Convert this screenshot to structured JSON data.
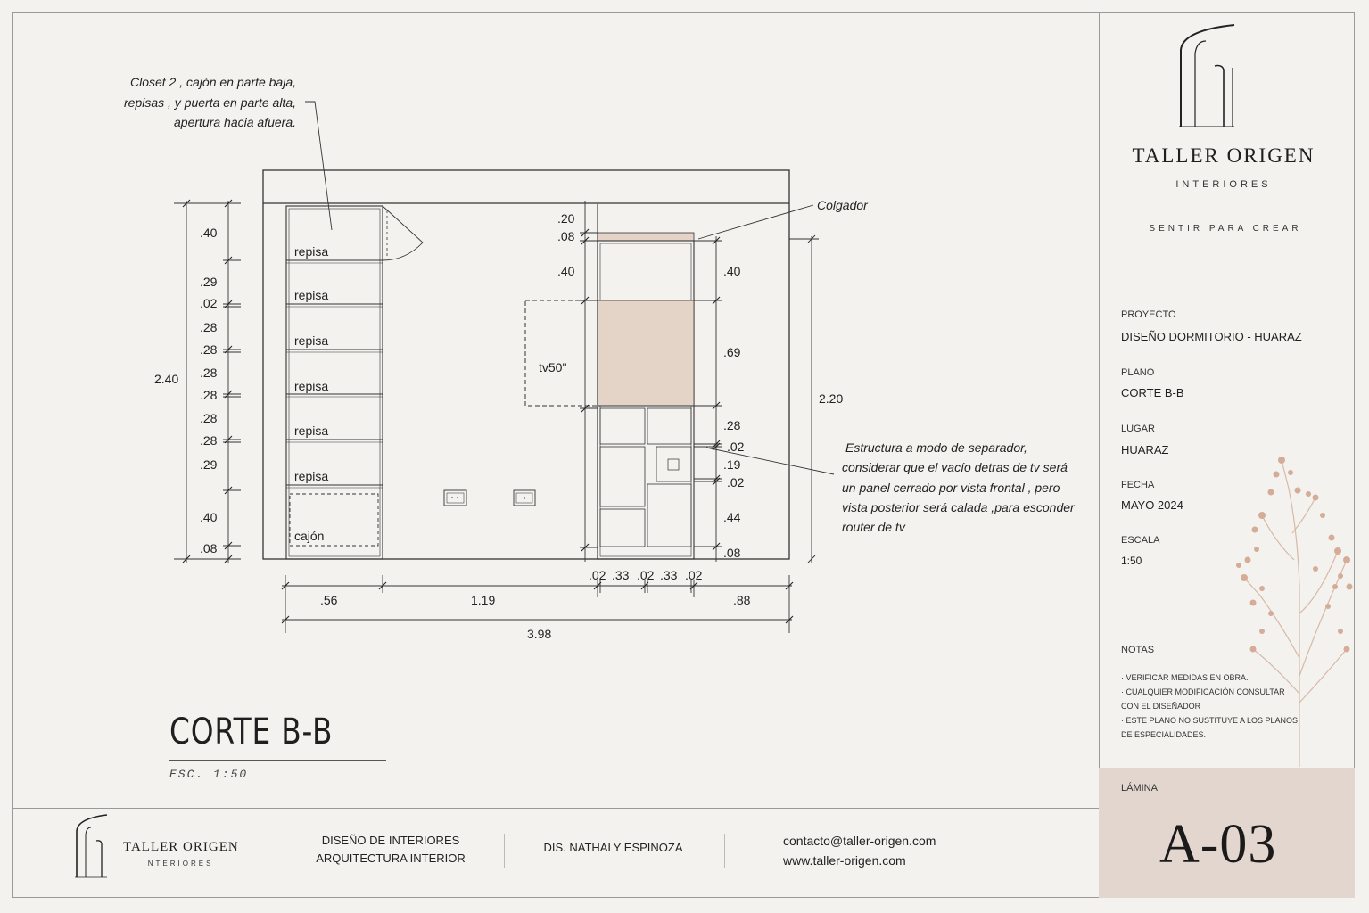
{
  "drawing": {
    "note_closet": [
      "Closet 2 , cajón en parte baja,",
      "repisas , y puerta en parte alta,",
      "apertura hacia afuera."
    ],
    "note_colgador": "Colgador",
    "note_estructura": [
      "Estructura a modo de separador,",
      "considerar que el vacío detras de tv será",
      "un panel cerrado por vista frontal , pero",
      "vista posterior será calada ,para esconder",
      "router de tv"
    ],
    "shelf_labels": [
      "repisa",
      "repisa",
      "repisa",
      "repisa",
      "repisa",
      "repisa"
    ],
    "drawer_label": "cajón",
    "tv_label": "tv50\"",
    "left_dims": [
      ".40",
      ".29",
      ".02",
      ".28",
      ".28",
      ".28",
      ".28",
      ".28",
      ".28",
      ".29",
      ".40",
      ".08"
    ],
    "left_total": "2.40",
    "mid_left_dims": [
      ".20",
      ".08",
      ".40"
    ],
    "mid_right_dims": [
      ".40",
      ".69",
      ".28",
      ".02",
      ".19",
      ".02",
      ".44",
      ".08"
    ],
    "right_total": "2.20",
    "bottom_small_dims": [
      ".02",
      ".33",
      ".02",
      ".33",
      ".02"
    ],
    "bottom_dims": [
      ".56",
      "1.19",
      ".88"
    ],
    "bottom_total": "3.98",
    "tv_fill_color": "#e4d3c7"
  },
  "title": {
    "name": "CORTE B-B",
    "scale": "ESC. 1:50"
  },
  "panel": {
    "brand_name": "TALLER ORIGEN",
    "brand_sub": "INTERIORES",
    "tagline": "SENTIR PARA CREAR",
    "fields": [
      {
        "label": "PROYECTO",
        "value": "DISEÑO DORMITORIO - HUARAZ"
      },
      {
        "label": "PLANO",
        "value": "CORTE B-B"
      },
      {
        "label": "LUGAR",
        "value": "HUARAZ"
      },
      {
        "label": "FECHA",
        "value": "MAYO 2024"
      },
      {
        "label": "ESCALA",
        "value": "1:50"
      }
    ],
    "notes_label": "NOTAS",
    "notes": [
      "· VERIFICAR MEDIDAS EN OBRA.",
      "· CUALQUIER MODIFICACIÓN CONSULTAR",
      "CON EL DISEÑADOR",
      "· ESTE PLANO NO SUSTITUYE A LOS PLANOS",
      "DE ESPECIALIDADES."
    ],
    "sheet_label": "LÁMINA",
    "sheet_number": "A-03",
    "accent_color": "#e3d6cf",
    "branch_color": "#d9b8a6"
  },
  "footer": {
    "brand_name": "TALLER ORIGEN",
    "brand_sub": "INTERIORES",
    "services": [
      "DISEÑO DE INTERIORES",
      "ARQUITECTURA INTERIOR"
    ],
    "designer": "DIS. NATHALY ESPINOZA",
    "email": "contacto@taller-origen.com",
    "website": "www.taller-origen.com"
  }
}
